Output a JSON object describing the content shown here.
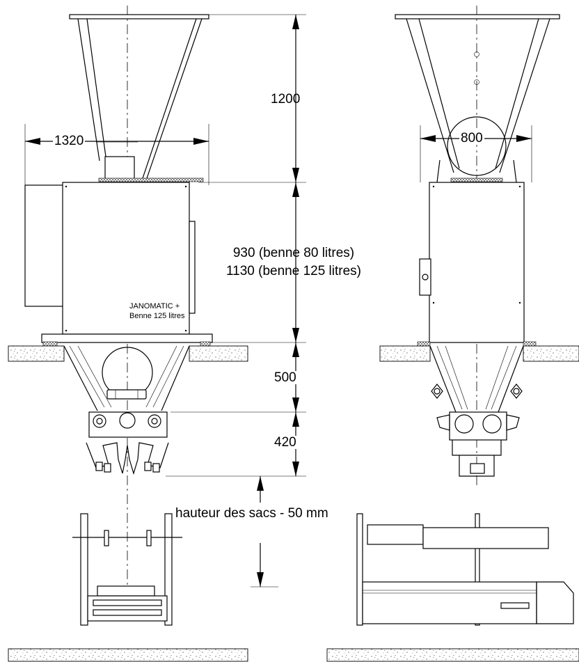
{
  "dimensions": {
    "d1200": "1200",
    "d1320": "1320",
    "d800": "800",
    "d930": "930 (benne 80 litres)",
    "d1130": "1130 (benne 125 litres)",
    "d500": "500",
    "d420": "420",
    "bag_height": "hauteur des sacs - 50 mm"
  },
  "machine_label": {
    "line1": "JANOMATIC +",
    "line2": "Benne 125 litres"
  }
}
